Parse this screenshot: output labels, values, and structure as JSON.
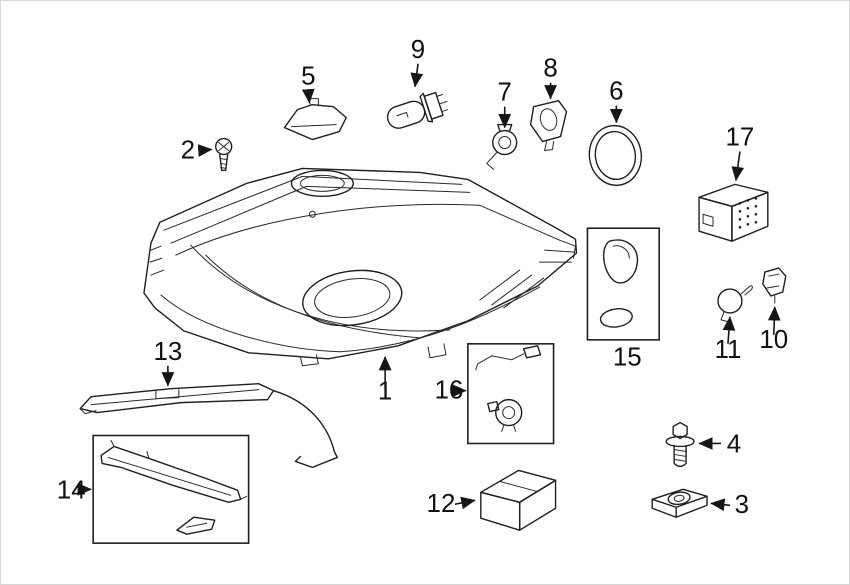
{
  "diagram": {
    "background_color": "#ffffff",
    "line_color": "#1f1f1f",
    "label_color": "#111111",
    "parts": [
      {
        "number": "1"
      },
      {
        "number": "2"
      },
      {
        "number": "3"
      },
      {
        "number": "4"
      },
      {
        "number": "5"
      },
      {
        "number": "6"
      },
      {
        "number": "7"
      },
      {
        "number": "8"
      },
      {
        "number": "9"
      },
      {
        "number": "10"
      },
      {
        "number": "11"
      },
      {
        "number": "12"
      },
      {
        "number": "13"
      },
      {
        "number": "14"
      },
      {
        "number": "15"
      },
      {
        "number": "16"
      },
      {
        "number": "17"
      }
    ]
  }
}
